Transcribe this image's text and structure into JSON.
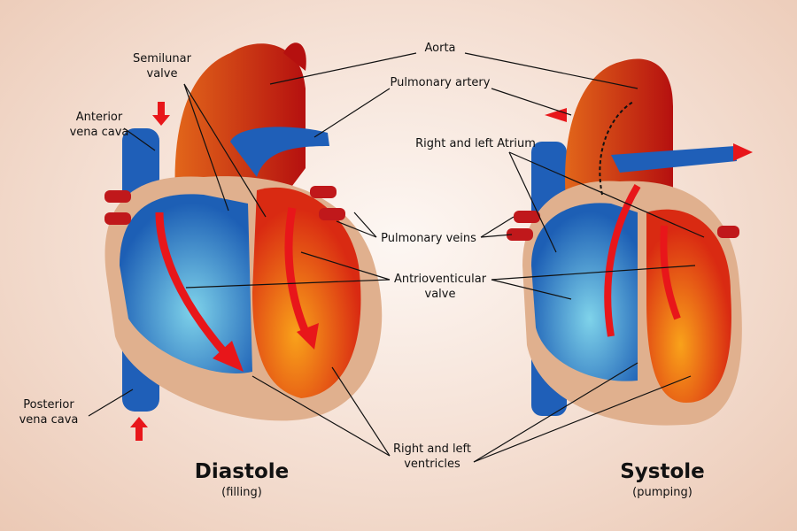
{
  "labels": {
    "aorta": "Aorta",
    "semilunar_valve": [
      "Semilunar",
      "valve"
    ],
    "pulmonary_artery": "Pulmonary artery",
    "anterior_vena_cava": [
      "Anterior",
      "vena cava"
    ],
    "atrium": "Right and left Atrium",
    "pulmonary_veins": "Pulmonary veins",
    "av_valve": [
      "Antrioventicular",
      "valve"
    ],
    "posterior_vena_cava": [
      "Posterior",
      "vena cava"
    ],
    "ventricles": [
      "Right and left",
      "ventricles"
    ]
  },
  "diastole": {
    "title": "Diastole",
    "subtitle": "(filling)"
  },
  "systole": {
    "title": "Systole",
    "subtitle": "(pumping)"
  },
  "colors": {
    "blue": "#1f5fb8",
    "red": "#c0181b",
    "orange": "#ef6a10",
    "tan": "#e0b08e",
    "arrow": "#e8161a"
  }
}
